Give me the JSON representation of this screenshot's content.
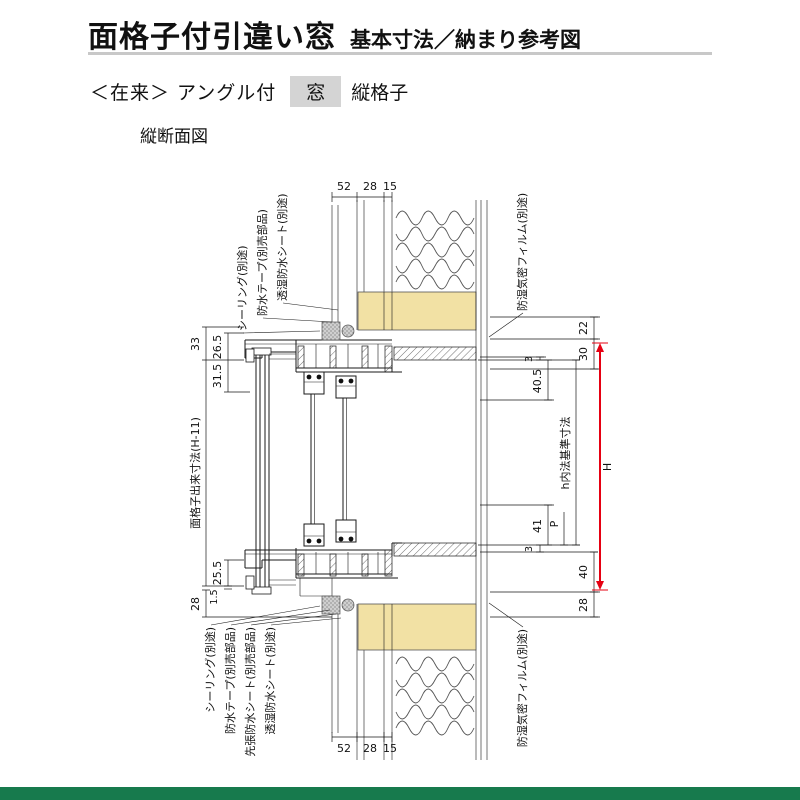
{
  "page": {
    "title": "面格子付引違い窓",
    "subtitle": "基本寸法／納まり参考図",
    "variant_prefix": "＜在来＞ アングル付",
    "variant_window": "窓",
    "variant_suffix": "縦格子",
    "section_title": "縦断面図"
  },
  "callouts": {
    "top_left": [
      "シーリング(別途)",
      "防水テープ(別売部品)",
      "透湿防水シート(別途)"
    ],
    "top_right": "防湿気密フィルム(別途)",
    "bottom_left": [
      "シーリング(別途)",
      "防水テープ(別売部品)",
      "先張防水シート(別売部品)",
      "透湿防水シート(別途)"
    ],
    "bottom_right": "防湿気密フィルム(別途)"
  },
  "dimensions": {
    "top": [
      "52",
      "28",
      "15"
    ],
    "bottom": [
      "52",
      "28",
      "15"
    ],
    "left": {
      "d33": "33",
      "d265": "26.5",
      "d315": "31.5",
      "grille": "面格子出来寸法(H-11)",
      "d255": "25.5",
      "d15": "1.5",
      "d28": "28"
    },
    "right": {
      "d22": "22",
      "d30": "30",
      "d3a": "3",
      "d405": "40.5",
      "inner": "h内法基準寸法",
      "H": "H",
      "d41": "41",
      "P": "P",
      "d3b": "3",
      "d40": "40",
      "d28": "28"
    }
  },
  "colors": {
    "accent_red": "#e60012",
    "wood_fill": "#f2e1a4",
    "rule_gray": "#c8c8c8",
    "window_box_bg": "#d4d4d4",
    "footer_green": "#177a4d"
  }
}
